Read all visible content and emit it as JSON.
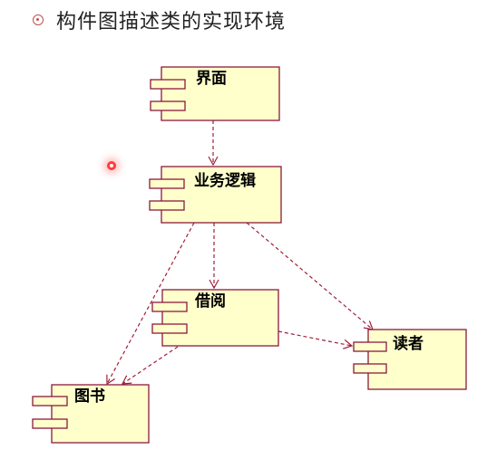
{
  "header": {
    "title": "构件图描述类的实现环境"
  },
  "diagram": {
    "components": {
      "ui": "界面",
      "business": "业务逻辑",
      "borrow": "借阅",
      "reader": "读者",
      "book": "图书"
    }
  },
  "colors": {
    "component_fill": "#ffffcc",
    "component_stroke": "#8b1a3b",
    "arrow": "#a0203a",
    "bullet": "#c0504d"
  }
}
